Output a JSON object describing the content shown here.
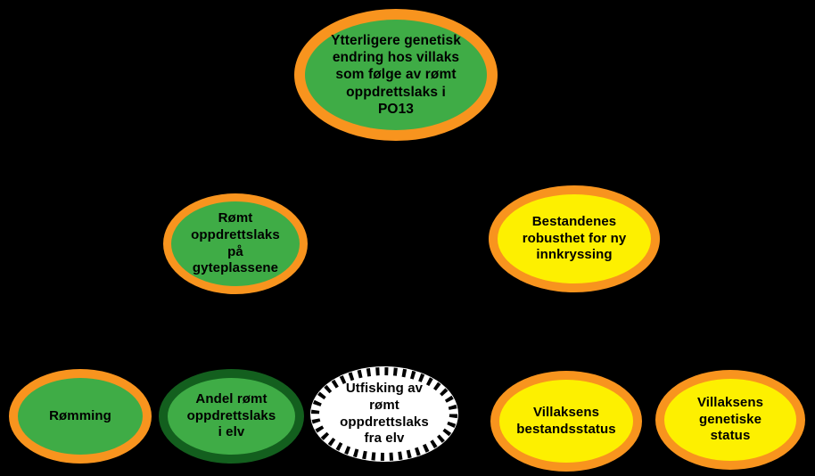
{
  "diagram": {
    "background_color": "#000000",
    "colors": {
      "green_fill": "#3FAC46",
      "yellow_fill": "#FDF000",
      "orange_border": "#F8941E",
      "dark_green_border": "#135F1E",
      "dashed_border": "#000000",
      "white_fill": "#FFFFFF",
      "text": "#000000"
    },
    "nodes": [
      {
        "id": "ytterligere-genetisk-endring",
        "label": "Ytterligere genetisk\nendring hos villaks\nsom følge av rømt\noppdrettslaks i\nPO13",
        "fill": "#3FAC46",
        "border_color": "#F8941E",
        "border_style": "solid"
      },
      {
        "id": "romt-oppdrettslaks-gyteplassene",
        "label": "Rømt\noppdrettslaks\npå\ngyteplassene",
        "fill": "#3FAC46",
        "border_color": "#F8941E",
        "border_style": "solid"
      },
      {
        "id": "bestandenes-robusthet",
        "label": "Bestandenes\nrobusthet for ny\ninnkryssing",
        "fill": "#FDF000",
        "border_color": "#F8941E",
        "border_style": "solid"
      },
      {
        "id": "romming",
        "label": "Rømming",
        "fill": "#3FAC46",
        "border_color": "#F8941E",
        "border_style": "solid"
      },
      {
        "id": "andel-romt-oppdrettslaks-i-elv",
        "label": "Andel rømt\noppdrettslaks\ni elv",
        "fill": "#3FAC46",
        "border_color": "#135F1E",
        "border_style": "solid"
      },
      {
        "id": "utfisking-av-romt-oppdrettslaks",
        "label": "Utfisking av\nrømt\noppdrettslaks\nfra elv",
        "fill": "#FFFFFF",
        "border_color": "#000000",
        "border_style": "dashed"
      },
      {
        "id": "villaksens-bestandsstatus",
        "label": "Villaksens\nbestandsstatus",
        "fill": "#FDF000",
        "border_color": "#F8941E",
        "border_style": "solid"
      },
      {
        "id": "villaksens-genetiske-status",
        "label": "Villaksens\ngenetiske\nstatus",
        "fill": "#FDF000",
        "border_color": "#F8941E",
        "border_style": "solid"
      }
    ]
  }
}
